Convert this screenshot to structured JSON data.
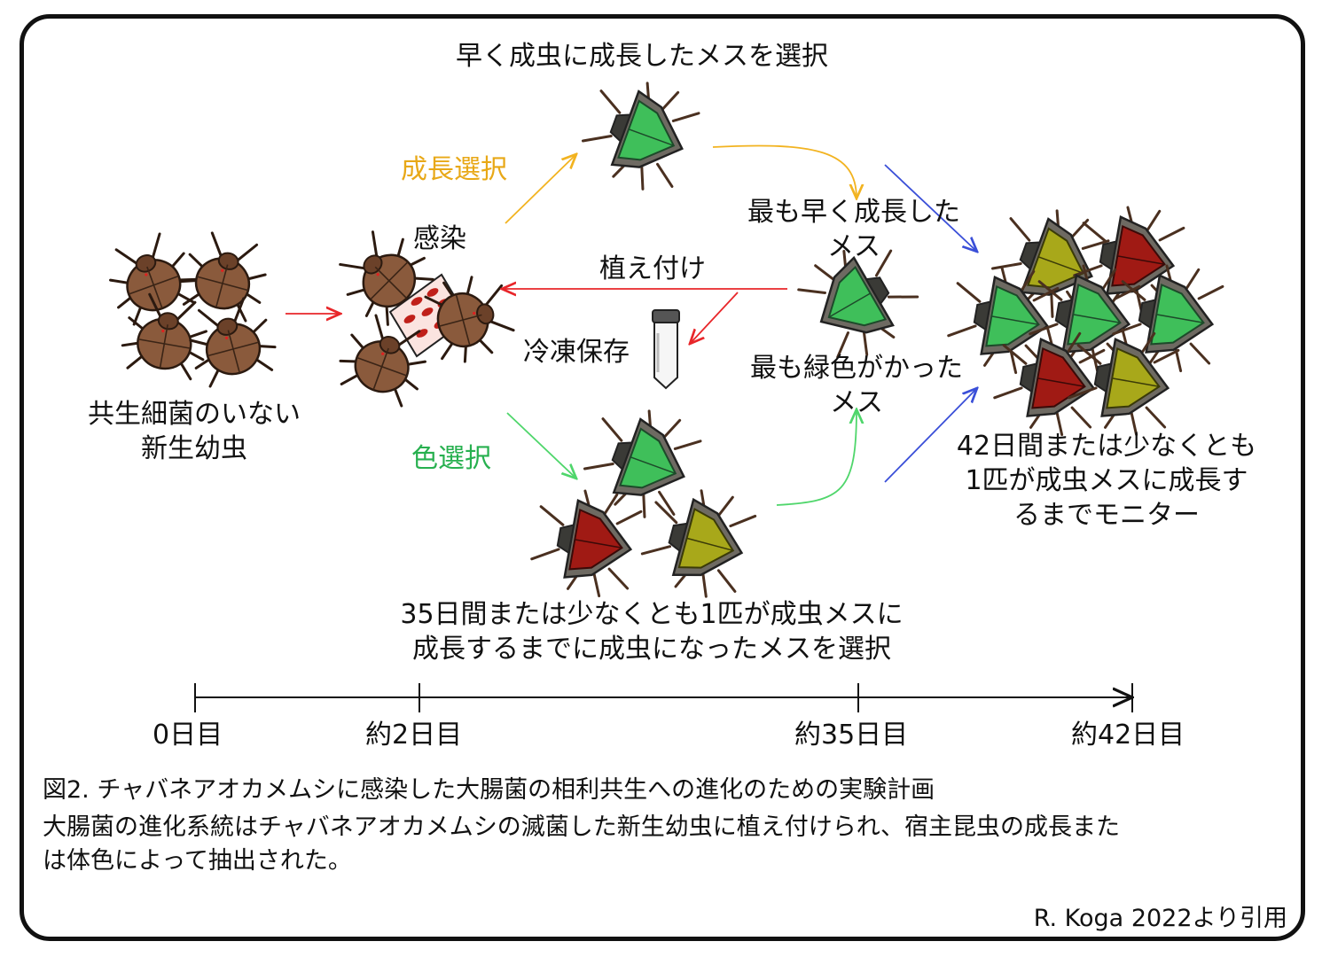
{
  "labels": {
    "select_fast_female": "早く成虫に成長したメスを選択",
    "growth_selection": "成長選択",
    "infection": "感染",
    "fastest_female_line1": "最も早く成長した",
    "fastest_female_line2": "メス",
    "transplant": "植え付け",
    "cryopreserve": "冷凍保存",
    "greenest_female_line1": "最も緑色がかった",
    "greenest_female_line2": "メス",
    "aposymbiotic_line1": "共生細菌のいない",
    "aposymbiotic_line2": "新生幼虫",
    "color_selection": "色選択",
    "monitor_line1": "42日間または少なくとも",
    "monitor_line2": "1匹が成虫メスに成長す",
    "monitor_line3": "るまでモニター",
    "select35_line1": "35日間または少なくとも1匹が成虫メスに",
    "select35_line2": "成長するまでに成虫になったメスを選択"
  },
  "timeline": {
    "ticks": [
      "0日目",
      "約2日目",
      "約35日目",
      "約42日目"
    ]
  },
  "caption": {
    "line1": "図2. チャバネアオカメムシに感染した大腸菌の相利共生への進化のための実験計画",
    "line2": "大腸菌の進化系統はチャバネアオカメムシの滅菌した新生幼虫に植え付けられ、宿主昆虫の成長また",
    "line3": "は体色によって抽出された。"
  },
  "citation": "R. Koga 2022より引用",
  "colors": {
    "nymph_brown": "#8a5a3c",
    "bug_green": "#3fbf5a",
    "bug_red": "#a01a14",
    "bug_olive": "#a8a81a",
    "arrow_red": "#e8262a",
    "arrow_yellow": "#f2b320",
    "arrow_green": "#4fd66b",
    "arrow_blue": "#3a4fd8"
  }
}
